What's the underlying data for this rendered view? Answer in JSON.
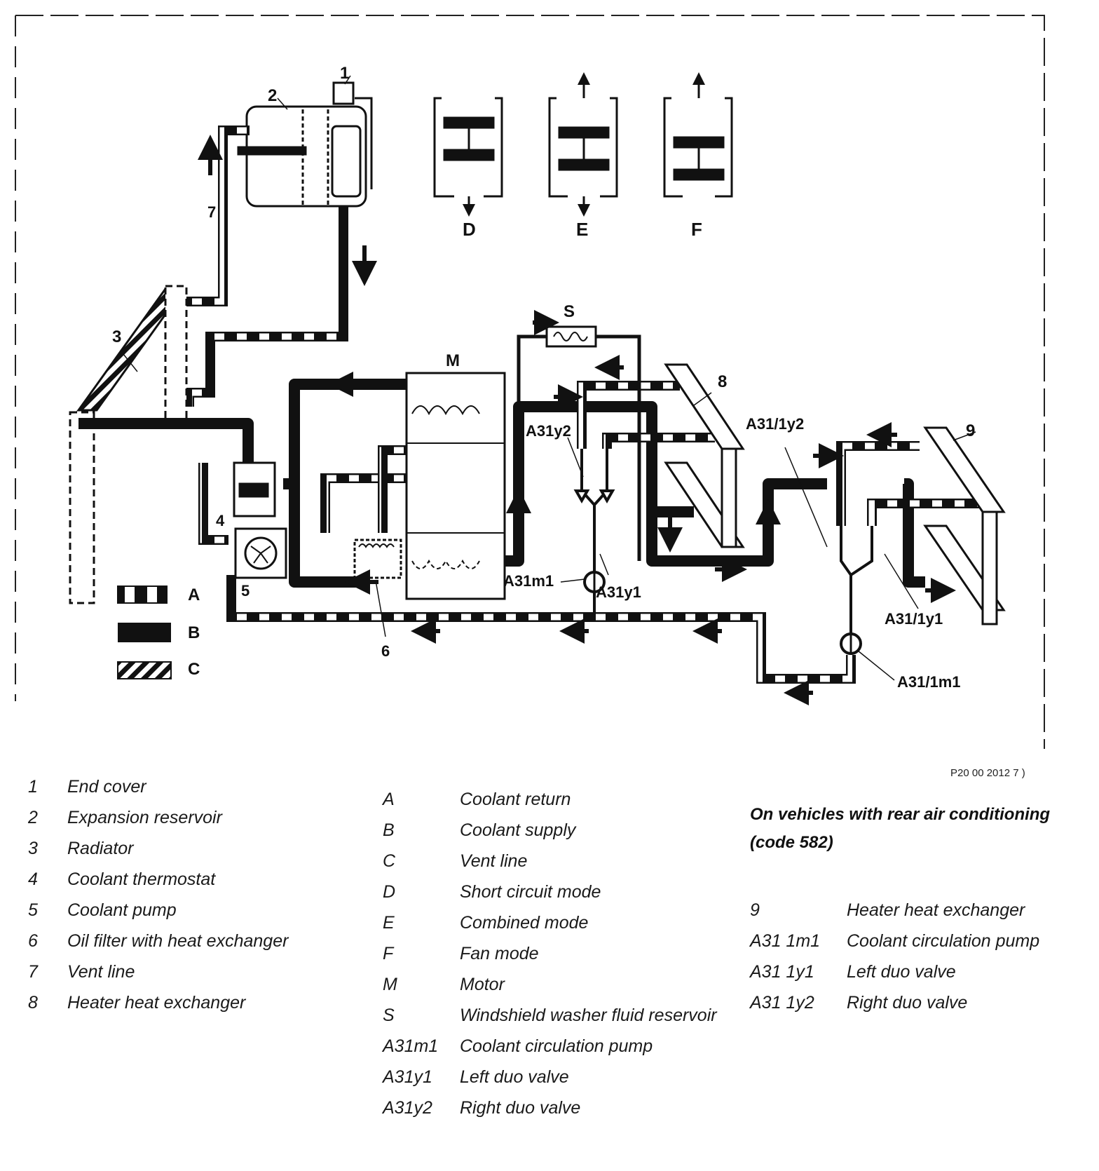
{
  "diagram": {
    "labels": {
      "n1": "1",
      "n2": "2",
      "n3": "3",
      "n4": "4",
      "n5": "5",
      "n6": "6",
      "n7": "7",
      "n8": "8",
      "n9": "9",
      "D": "D",
      "E": "E",
      "F": "F",
      "M": "M",
      "S": "S",
      "legend_A": "A",
      "legend_B": "B",
      "legend_C": "C",
      "A31y2": "A31y2",
      "A31m1": "A31m1",
      "A31y1": "A31y1",
      "A31_1y2": "A31/1y2",
      "A31_1y1": "A31/1y1",
      "A31_1m1": "A31/1m1"
    },
    "reference": "P20 00 2012 7 )",
    "colors": {
      "line": "#111111",
      "background": "#ffffff"
    }
  },
  "legend": {
    "column1": [
      {
        "key": "1",
        "text": "End cover"
      },
      {
        "key": "2",
        "text": "Expansion reservoir"
      },
      {
        "key": "3",
        "text": "Radiator"
      },
      {
        "key": "4",
        "text": "Coolant thermostat"
      },
      {
        "key": "5",
        "text": "Coolant pump"
      },
      {
        "key": "6",
        "text": "Oil filter with heat exchanger"
      },
      {
        "key": "7",
        "text": "Vent line"
      },
      {
        "key": "8",
        "text": "Heater heat exchanger"
      }
    ],
    "column2": [
      {
        "key": "A",
        "text": "Coolant return"
      },
      {
        "key": "B",
        "text": "Coolant supply"
      },
      {
        "key": "C",
        "text": "Vent line"
      },
      {
        "key": "D",
        "text": "Short circuit mode"
      },
      {
        "key": "E",
        "text": "Combined mode"
      },
      {
        "key": "F",
        "text": "Fan mode"
      },
      {
        "key": "M",
        "text": "Motor"
      },
      {
        "key": "S",
        "text": "Windshield washer fluid reservoir"
      },
      {
        "key": "A31m1",
        "text": "Coolant circulation pump"
      },
      {
        "key": "A31y1",
        "text": "Left duo valve"
      },
      {
        "key": "A31y2",
        "text": "Right duo valve"
      }
    ],
    "column3": {
      "heading_line1": "On vehicles with rear air conditioning",
      "heading_line2": "(code 582)",
      "items": [
        {
          "key": "9",
          "text": "Heater heat exchanger"
        },
        {
          "key": "A31 1m1",
          "text": "Coolant circulation pump"
        },
        {
          "key": "A31 1y1",
          "text": "Left duo valve"
        },
        {
          "key": "A31 1y2",
          "text": "Right duo valve"
        }
      ]
    }
  }
}
